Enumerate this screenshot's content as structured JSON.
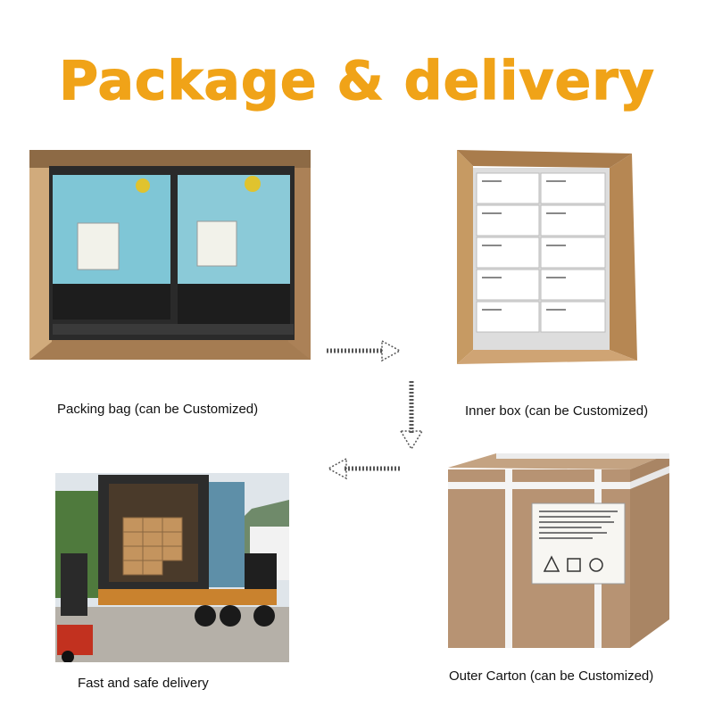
{
  "title": "Package & delivery",
  "steps": [
    {
      "caption": "Packing bag (can be Customized)"
    },
    {
      "caption": "Inner box (can be Customized)"
    },
    {
      "caption": "Outer Carton (can be Customized)"
    },
    {
      "caption": "Fast and safe delivery"
    }
  ],
  "colors": {
    "title": "#f0a318",
    "cardboard": "#b8885a",
    "arrow": "#555555"
  },
  "icons": [
    "dotted-arrow-right-icon",
    "dotted-arrow-down-icon",
    "dotted-arrow-left-icon"
  ]
}
